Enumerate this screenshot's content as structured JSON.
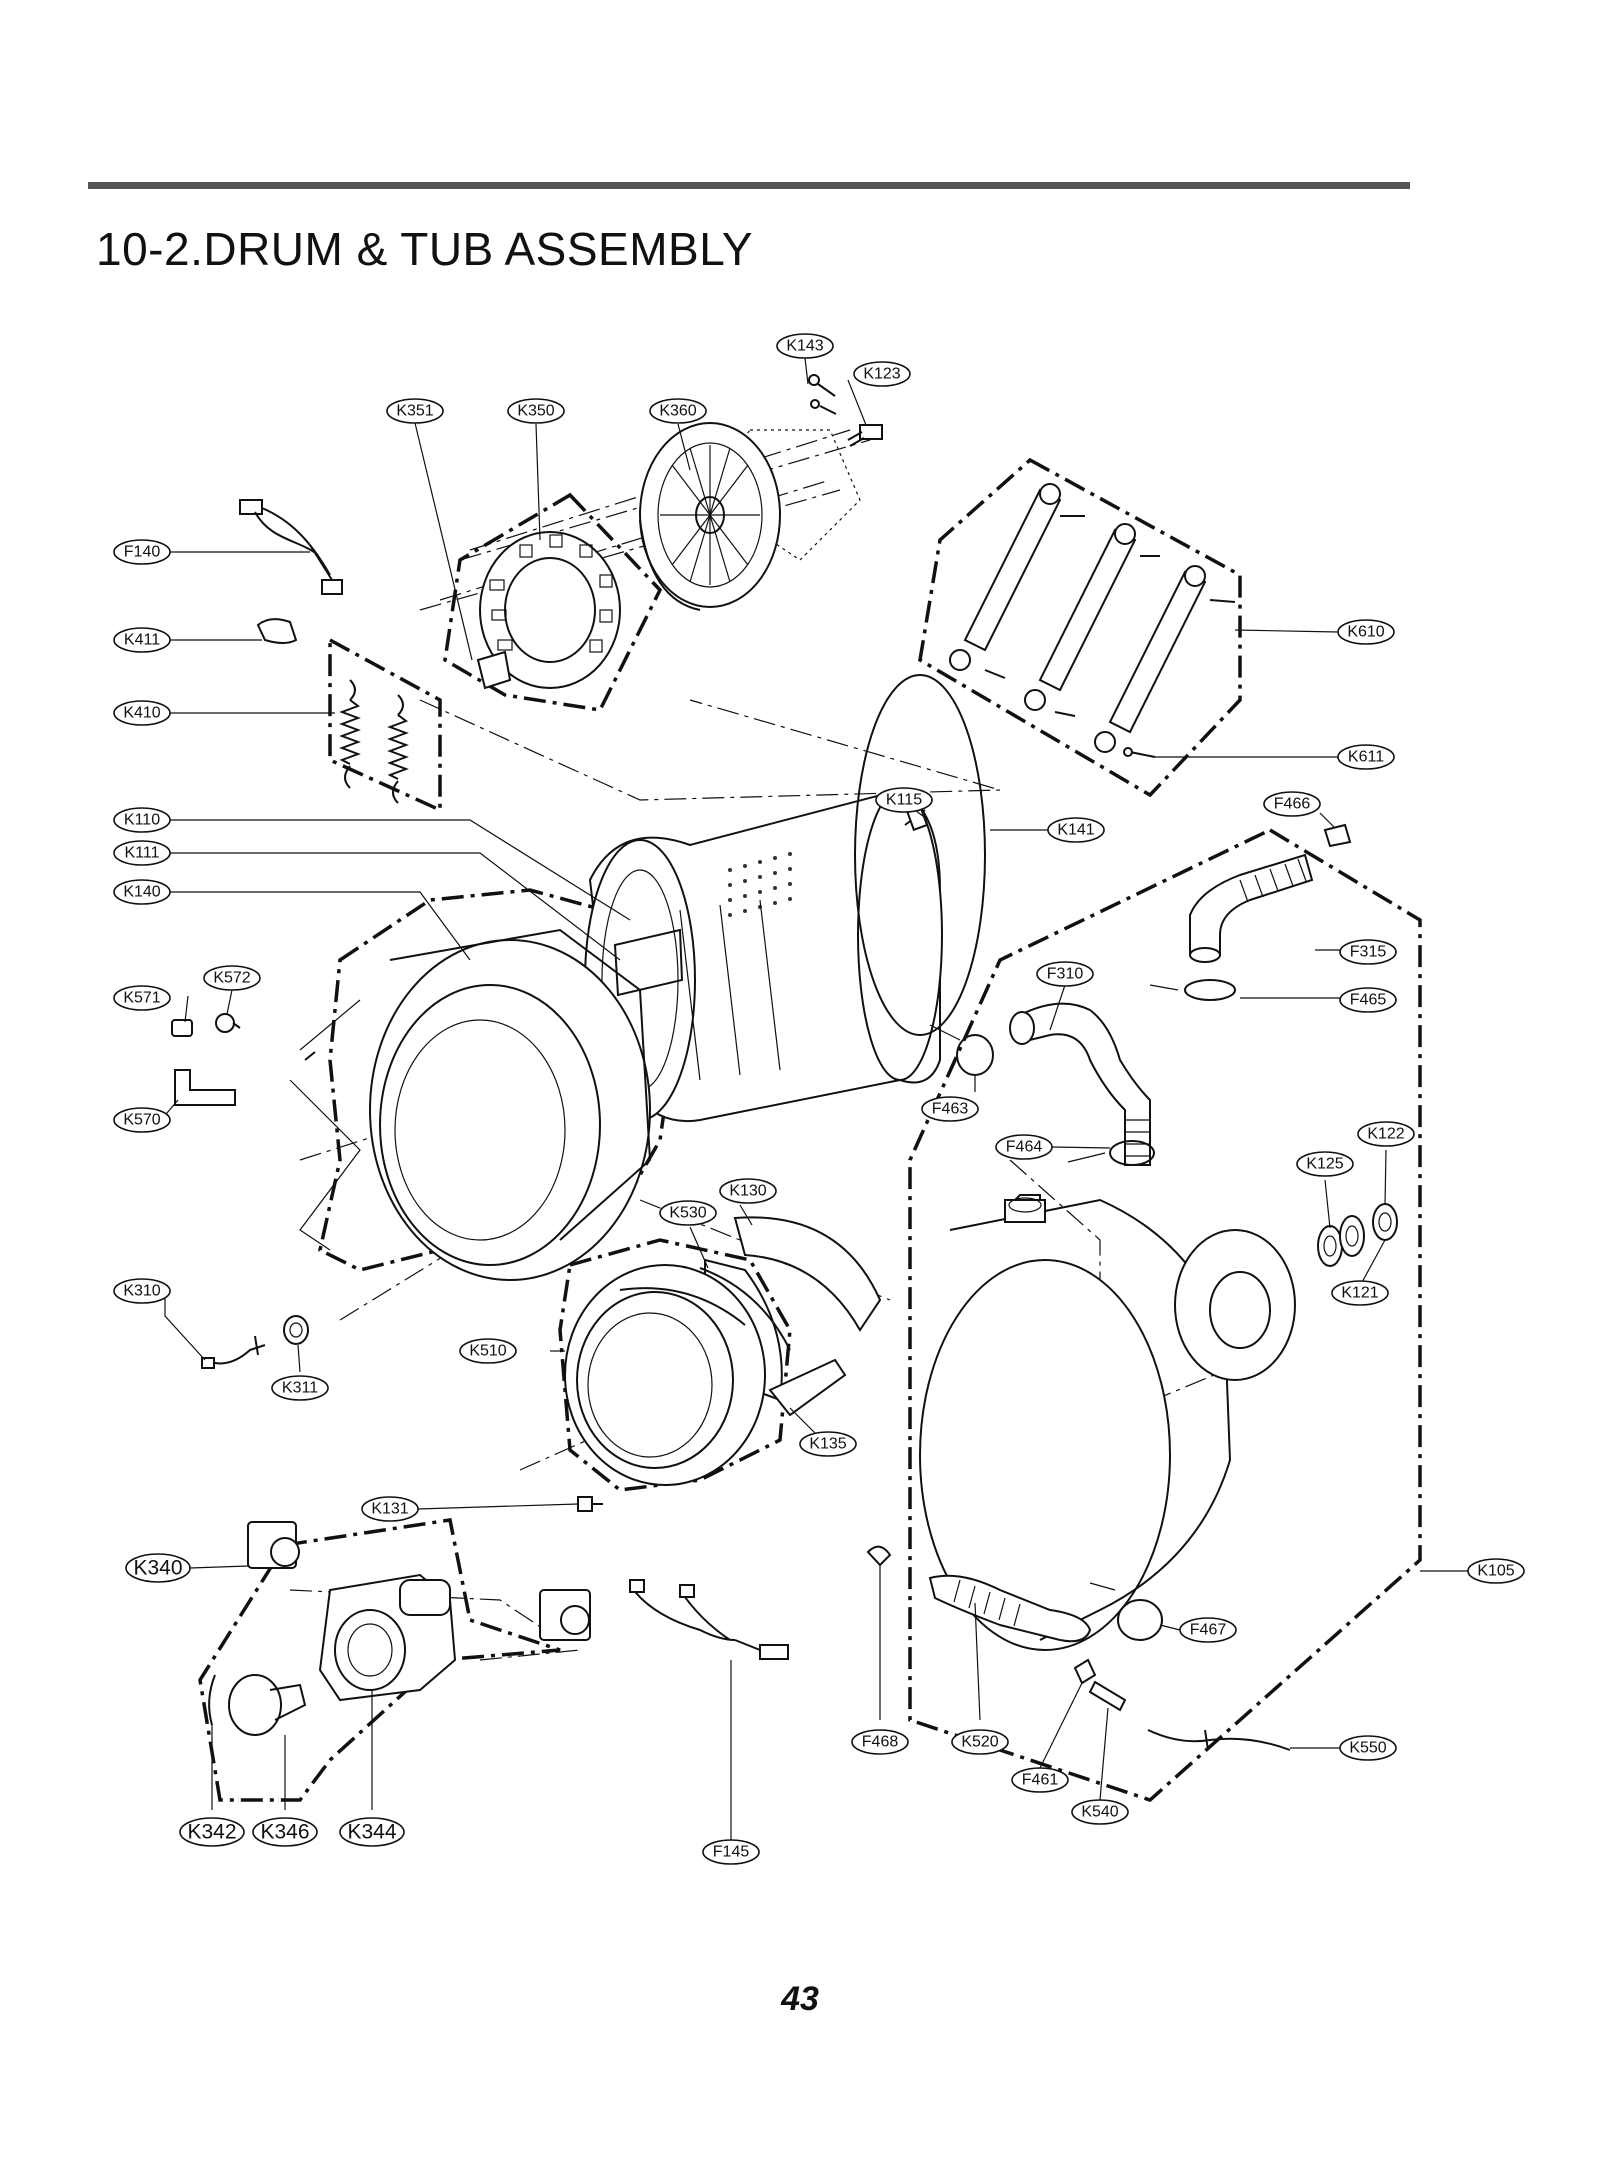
{
  "page_title": "10-2.DRUM & TUB ASSEMBLY",
  "page_number": "43",
  "labels": {
    "K143": "K143",
    "K123": "K123",
    "K351": "K351",
    "K350": "K350",
    "K360": "K360",
    "F140": "F140",
    "K411": "K411",
    "K410": "K410",
    "K610": "K610",
    "K611": "K611",
    "K110": "K110",
    "K111": "K111",
    "K140": "K140",
    "K115": "K115",
    "K141": "K141",
    "F466": "F466",
    "F315": "F315",
    "F465": "F465",
    "F310": "F310",
    "K571": "K571",
    "K572": "K572",
    "K570": "K570",
    "F463": "F463",
    "F464": "F464",
    "K122": "K122",
    "K125": "K125",
    "K130": "K130",
    "K530": "K530",
    "K121": "K121",
    "K310": "K310",
    "K510": "K510",
    "K311": "K311",
    "K135": "K135",
    "K131": "K131",
    "K340": "K340",
    "K105": "K105",
    "F467": "F467",
    "F468": "F468",
    "K520": "K520",
    "K550": "K550",
    "F461": "F461",
    "K540": "K540",
    "K342": "K342",
    "K346": "K346",
    "K344": "K344",
    "F145": "F145"
  }
}
